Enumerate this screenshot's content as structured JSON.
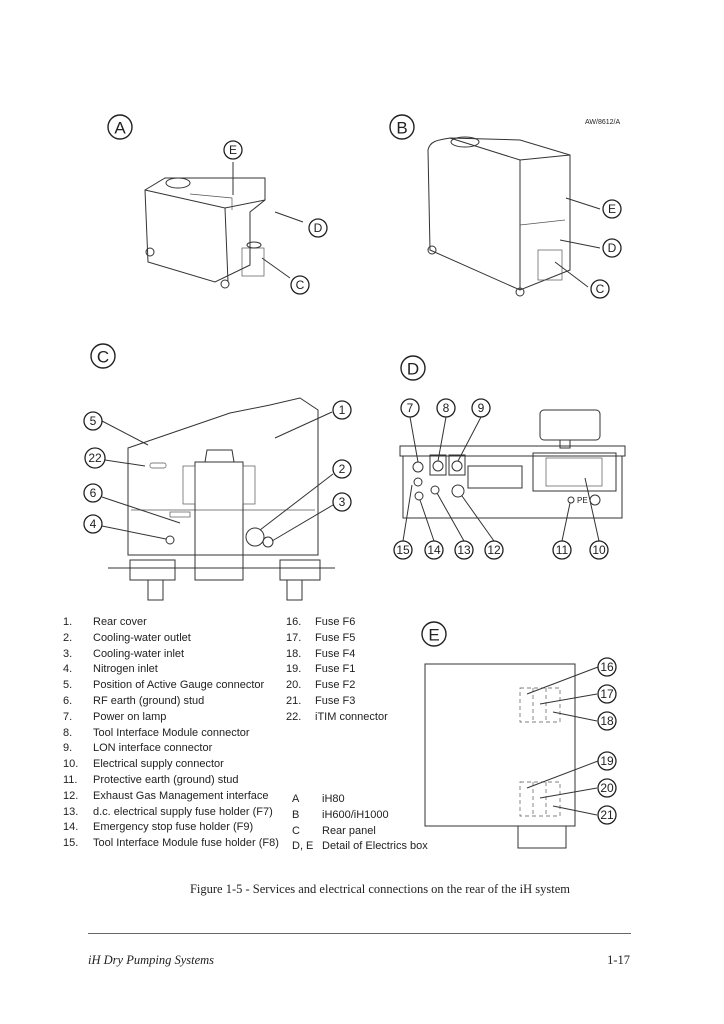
{
  "drawing_ref": "AW/8612/A",
  "views": {
    "A": {
      "label": "A",
      "callouts": [
        "E",
        "D",
        "C"
      ]
    },
    "B": {
      "label": "B",
      "callouts": [
        "E",
        "D",
        "C"
      ]
    },
    "C": {
      "label": "C",
      "callouts": [
        "5",
        "22",
        "6",
        "4",
        "1",
        "2",
        "3"
      ]
    },
    "D": {
      "label": "D",
      "callouts": [
        "7",
        "8",
        "9",
        "15",
        "14",
        "13",
        "12",
        "11",
        "10"
      ],
      "pe_label": "PE"
    },
    "E": {
      "label": "E",
      "callouts": [
        "16",
        "17",
        "18",
        "19",
        "20",
        "21"
      ]
    }
  },
  "legend_numbered": [
    {
      "n": "1.",
      "text": "Rear cover"
    },
    {
      "n": "2.",
      "text": "Cooling-water outlet"
    },
    {
      "n": "3.",
      "text": "Cooling-water inlet"
    },
    {
      "n": "4.",
      "text": "Nitrogen inlet"
    },
    {
      "n": "5.",
      "text": "Position of Active Gauge connector"
    },
    {
      "n": "6.",
      "text": "RF earth (ground) stud"
    },
    {
      "n": "7.",
      "text": "Power on lamp"
    },
    {
      "n": "8.",
      "text": "Tool Interface Module connector"
    },
    {
      "n": "9.",
      "text": "LON interface connector"
    },
    {
      "n": "10.",
      "text": "Electrical supply connector"
    },
    {
      "n": "11.",
      "text": "Protective earth (ground) stud"
    },
    {
      "n": "12.",
      "text": "Exhaust Gas Management interface"
    },
    {
      "n": "13.",
      "text": "d.c. electrical supply fuse holder (F7)"
    },
    {
      "n": "14.",
      "text": "Emergency stop fuse holder (F9)"
    },
    {
      "n": "15.",
      "text": "Tool Interface Module fuse holder (F8)"
    }
  ],
  "legend_numbered_2": [
    {
      "n": "16.",
      "text": "Fuse F6"
    },
    {
      "n": "17.",
      "text": "Fuse F5"
    },
    {
      "n": "18.",
      "text": "Fuse F4"
    },
    {
      "n": "19.",
      "text": "Fuse F1"
    },
    {
      "n": "20.",
      "text": "Fuse F2"
    },
    {
      "n": "21.",
      "text": "Fuse F3"
    },
    {
      "n": "22.",
      "text": "iTIM connector"
    }
  ],
  "legend_letters": [
    {
      "n": "A",
      "text": "iH80"
    },
    {
      "n": "B",
      "text": "iH600/iH1000"
    },
    {
      "n": "C",
      "text": "Rear panel"
    },
    {
      "n": "D, E",
      "text": "Detail of Electrics box"
    }
  ],
  "caption": "Figure 1-5 - Services and electrical connections on the rear of the iH system",
  "footer": {
    "title": "iH Dry Pumping Systems",
    "page": "1-17"
  }
}
